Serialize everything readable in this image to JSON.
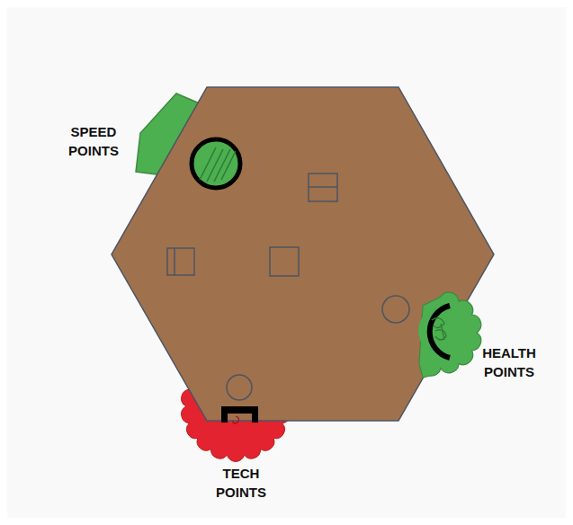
{
  "diagram": {
    "labels": [
      "SPEED POINTS",
      "HEALTH POINTS",
      "TECH POINTS"
    ]
  }
}
